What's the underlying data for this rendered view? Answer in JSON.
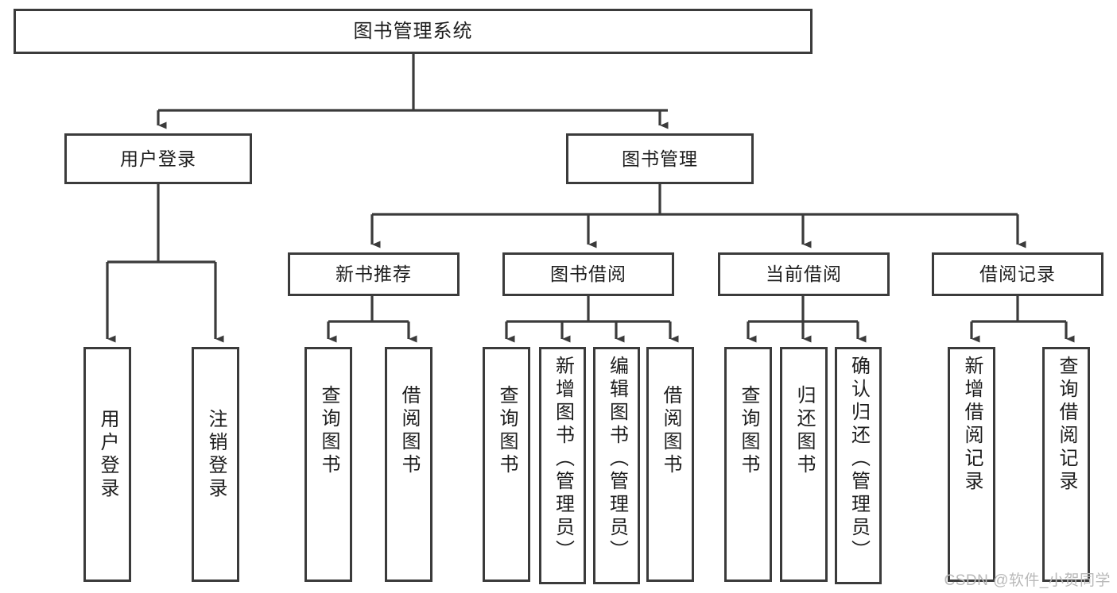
{
  "diagram": {
    "title": "图书管理系统",
    "type": "tree-hierarchy",
    "stroke_color": "#3b3b3b",
    "text_color": "#1d1d1d",
    "background_color": "#ffffff",
    "nodes": {
      "root": {
        "label": "图书管理系统"
      },
      "level2": [
        {
          "label": "用户登录"
        },
        {
          "label": "图书管理"
        }
      ],
      "level3": [
        {
          "label": "新书推荐"
        },
        {
          "label": "图书借阅"
        },
        {
          "label": "当前借阅"
        },
        {
          "label": "借阅记录"
        }
      ],
      "leaves": {
        "user_login": [
          {
            "label": "用户登录"
          },
          {
            "label": "注销登录"
          }
        ],
        "new_book_recommend": [
          {
            "label": "查询图书"
          },
          {
            "label": "借阅图书"
          }
        ],
        "book_borrow": [
          {
            "label": "查询图书"
          },
          {
            "label": "新增图书（管理员）"
          },
          {
            "label": "编辑图书（管理员）"
          },
          {
            "label": "借阅图书"
          }
        ],
        "current_borrow": [
          {
            "label": "查询图书"
          },
          {
            "label": "归还图书"
          },
          {
            "label": "确认归还（管理员）"
          }
        ],
        "borrow_record": [
          {
            "label": "新增借阅记录"
          },
          {
            "label": "查询借阅记录"
          }
        ]
      }
    }
  },
  "watermark": {
    "text": "CSDN @软件_小贺同学"
  }
}
